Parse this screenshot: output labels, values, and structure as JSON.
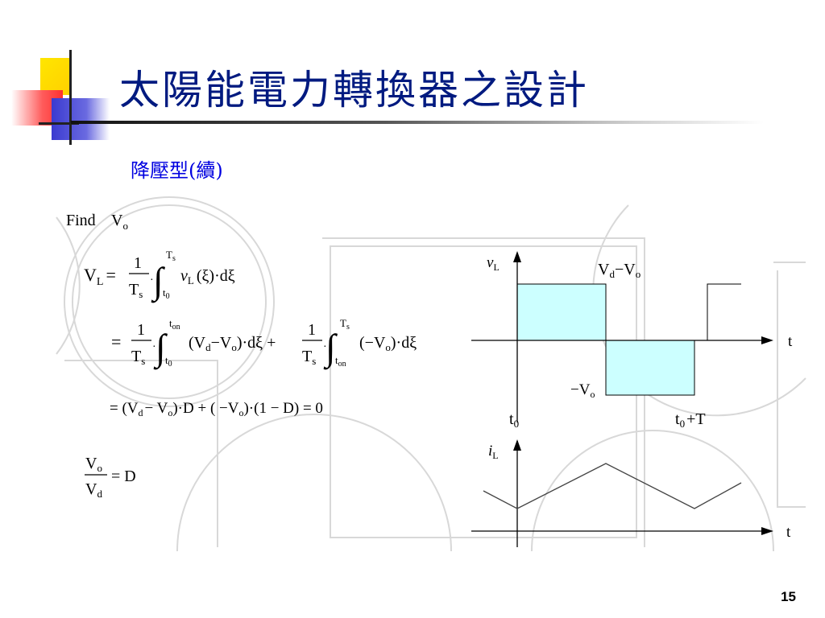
{
  "slide": {
    "title": "太陽能電力轉換器之設計",
    "subtitle": "降壓型(續)",
    "page_number": "15"
  },
  "equations": {
    "find_label": "Find",
    "find_var": "V",
    "find_sub": "o",
    "line1": {
      "lhs": "V",
      "lhs_sub": "L",
      "eq": "=",
      "num": "1",
      "den": "T",
      "den_sub": "s",
      "int_upper": "T",
      "int_upper_sub": "s",
      "int_lower": "t",
      "int_lower_sub": "0",
      "integrand": "v",
      "integrand_sub": "L",
      "integrand_rest": "(ξ)·dξ"
    },
    "line2": {
      "eq": "=",
      "num": "1",
      "den": "T",
      "den_sub": "s",
      "int1_upper": "t",
      "int1_upper_sub": "on",
      "int1_lower": "t",
      "int1_lower_sub": "0",
      "term1_a": "(V",
      "term1_a_sub": "d",
      "term1_b": "−V",
      "term1_b_sub": "o",
      "term1_c": ")·dξ +",
      "num2": "1",
      "den2": "T",
      "den2_sub": "s",
      "int2_upper": "T",
      "int2_upper_sub": "s",
      "int2_lower": "t",
      "int2_lower_sub": "on",
      "term2_a": "(−V",
      "term2_a_sub": "o",
      "term2_b": ")·dξ"
    },
    "line3": {
      "a": "= (V",
      "a_sub": "d",
      "b": "− V",
      "b_sub": "o",
      "c": ")·D + ( −V",
      "c_sub": "o",
      "d": ")·(1 − D) = 0"
    },
    "line4": {
      "num": "V",
      "num_sub": "o",
      "den": "V",
      "den_sub": "d",
      "rhs": "= D"
    }
  },
  "waveforms": {
    "vL_axis_label": "v",
    "vL_axis_sub": "L",
    "vpos_label": "V",
    "vpos_sub": "d",
    "vpos_rest": "−V",
    "vpos_rest_sub": "o",
    "vneg_label": "−V",
    "vneg_sub": "o",
    "t_label_top": "t",
    "t0_label": "t",
    "t0_sub": "0",
    "t0T_label": "t",
    "t0T_sub": "0",
    "t0T_rest": "+T",
    "iL_axis_label": "i",
    "iL_axis_sub": "L",
    "t_label_bottom": "t",
    "fill_color": "#ccffff"
  }
}
